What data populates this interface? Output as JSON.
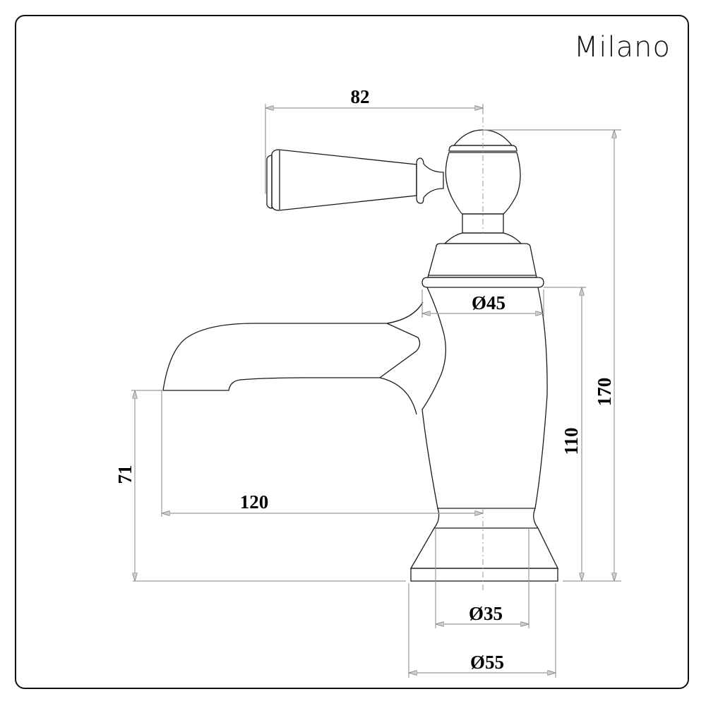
{
  "drawing": {
    "brand": "Milano",
    "subject": "Basin tap (side elevation technical drawing)",
    "units": "mm",
    "colors": {
      "outline": "#1a1a1a",
      "dimension_line": "#9a9a9a",
      "frame": "#111111",
      "background": "#ffffff"
    },
    "dimensions": {
      "handle_reach": "82",
      "body_diameter": "Ø45",
      "spout_height": "71",
      "spout_reach": "120",
      "body_height": "110",
      "overall_height": "170",
      "base_inner_diameter": "Ø35",
      "base_outer_diameter": "Ø55"
    }
  }
}
